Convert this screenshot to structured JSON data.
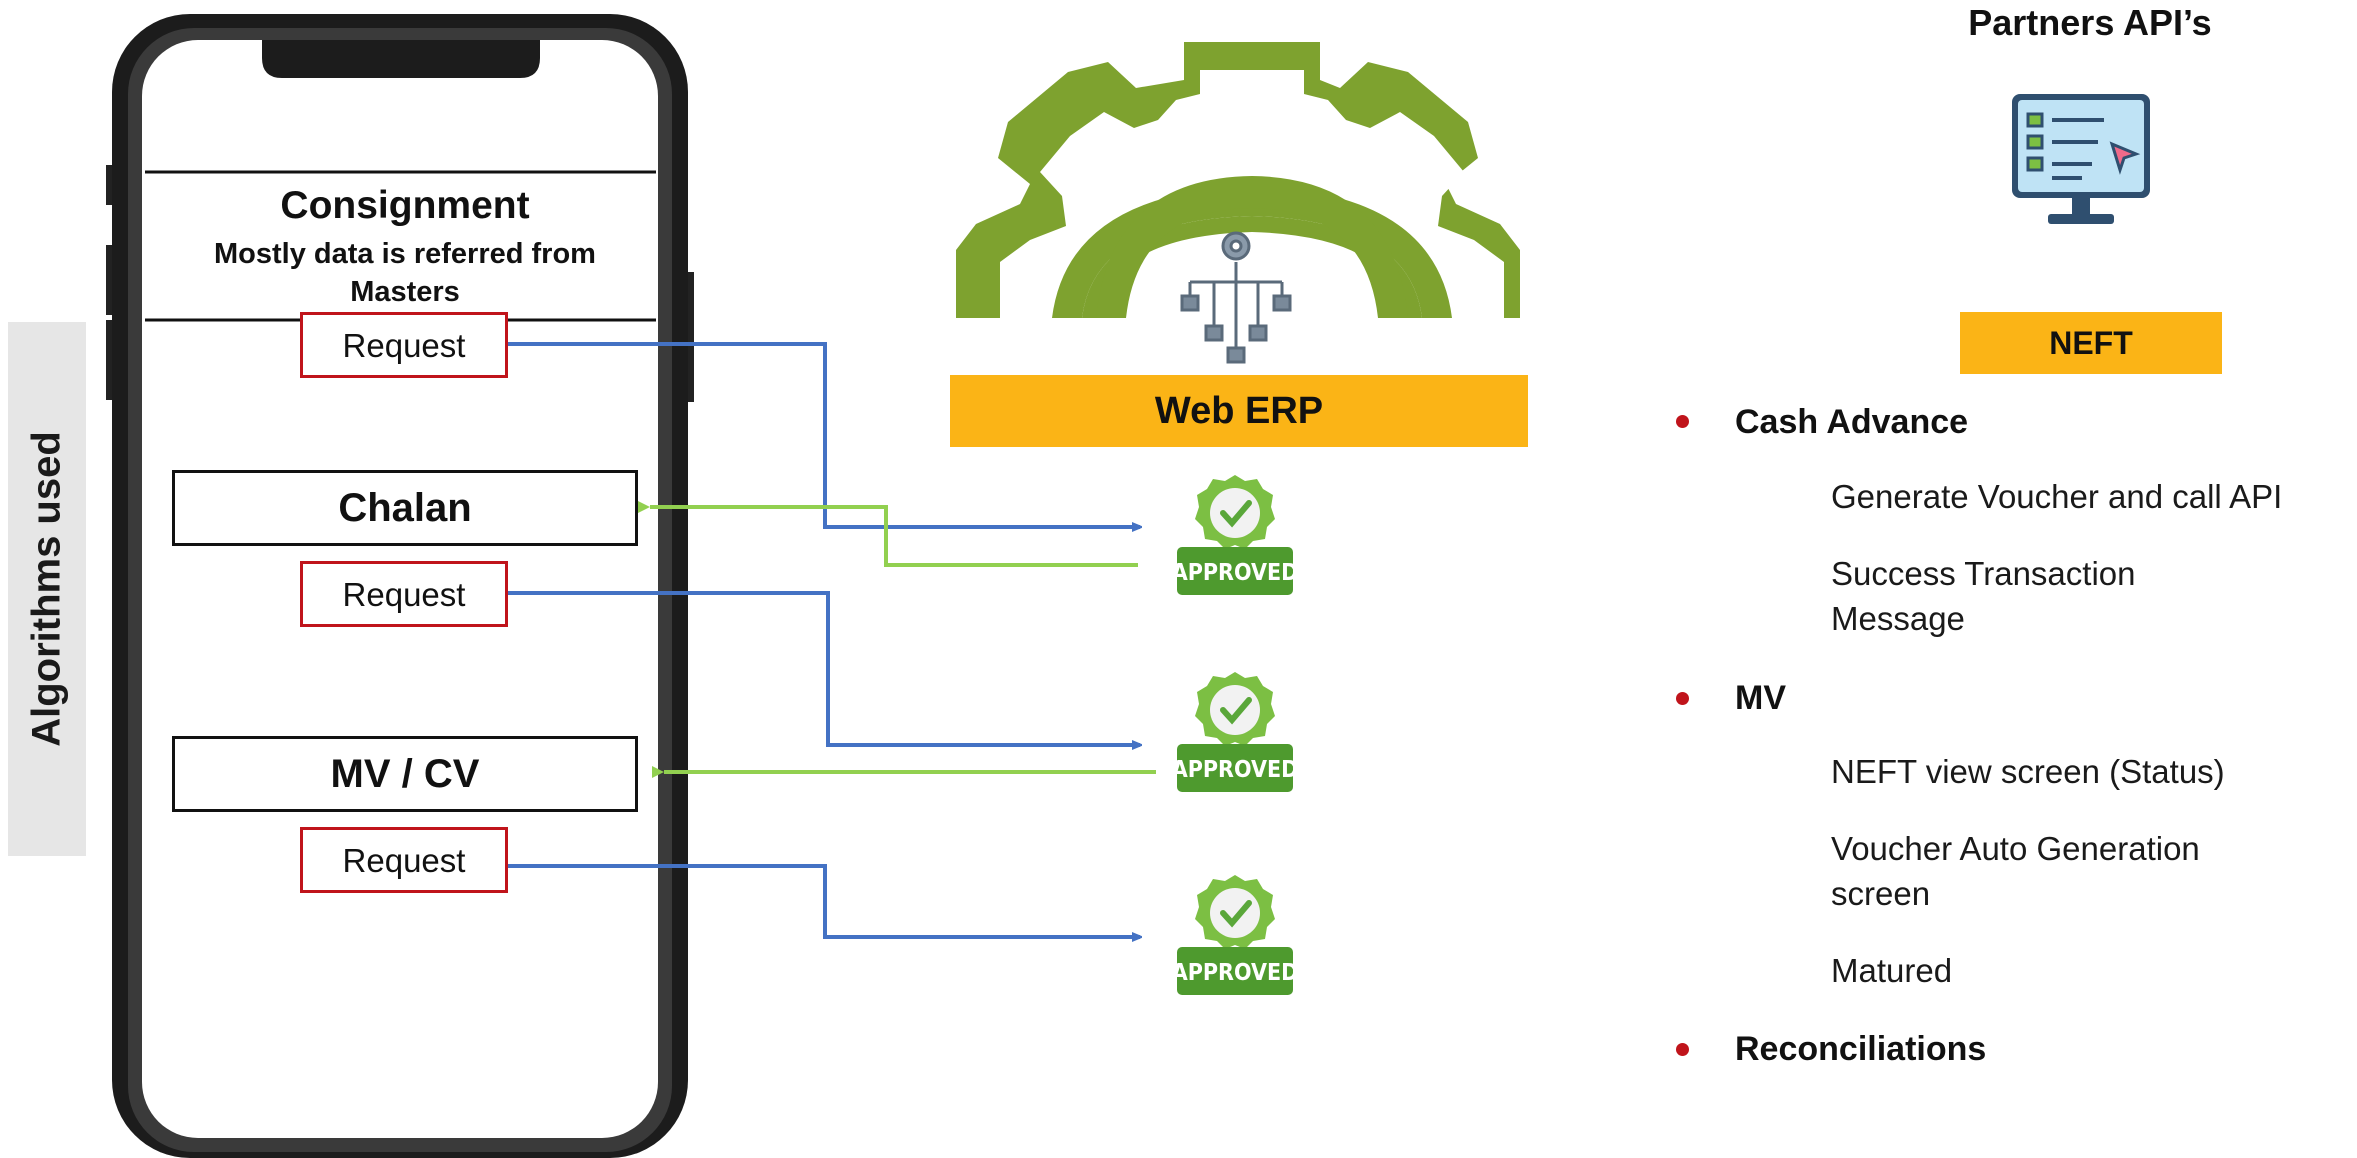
{
  "side_label": "Algorithms used",
  "phone": {
    "title": "Consignment",
    "subtitle": "Mostly data is referred from Masters",
    "request_label_1": "Request",
    "request_label_2": "Request",
    "request_label_3": "Request",
    "stage_chalan": "Chalan",
    "stage_mvcv": "MV / CV"
  },
  "erp": {
    "label": "Web ERP",
    "approved_stamp_1": "APPROVED",
    "approved_stamp_2": "APPROVED",
    "approved_stamp_3": "APPROVED"
  },
  "partners": {
    "title": "Partners API’s",
    "monitor_icon": "computer-monitor-icon",
    "neft_label": "NEFT",
    "bullets": [
      {
        "label": "Cash Advance",
        "sub": [
          "Generate Voucher and call API",
          "Success Transaction",
          "Message"
        ]
      },
      {
        "label": "MV",
        "sub": [
          "NEFT view screen (Status)",
          "Voucher Auto Generation",
          "screen",
          "Matured"
        ]
      },
      {
        "label": "Reconciliations",
        "sub": []
      }
    ]
  },
  "colors": {
    "gear_green": "#7ea22f",
    "erp_yellow": "#fbb416",
    "request_red": "#c0141b",
    "request_arrow_blue": "#4472c4",
    "response_arrow_green": "#92d050",
    "approved_green": "#4e9a2e"
  }
}
